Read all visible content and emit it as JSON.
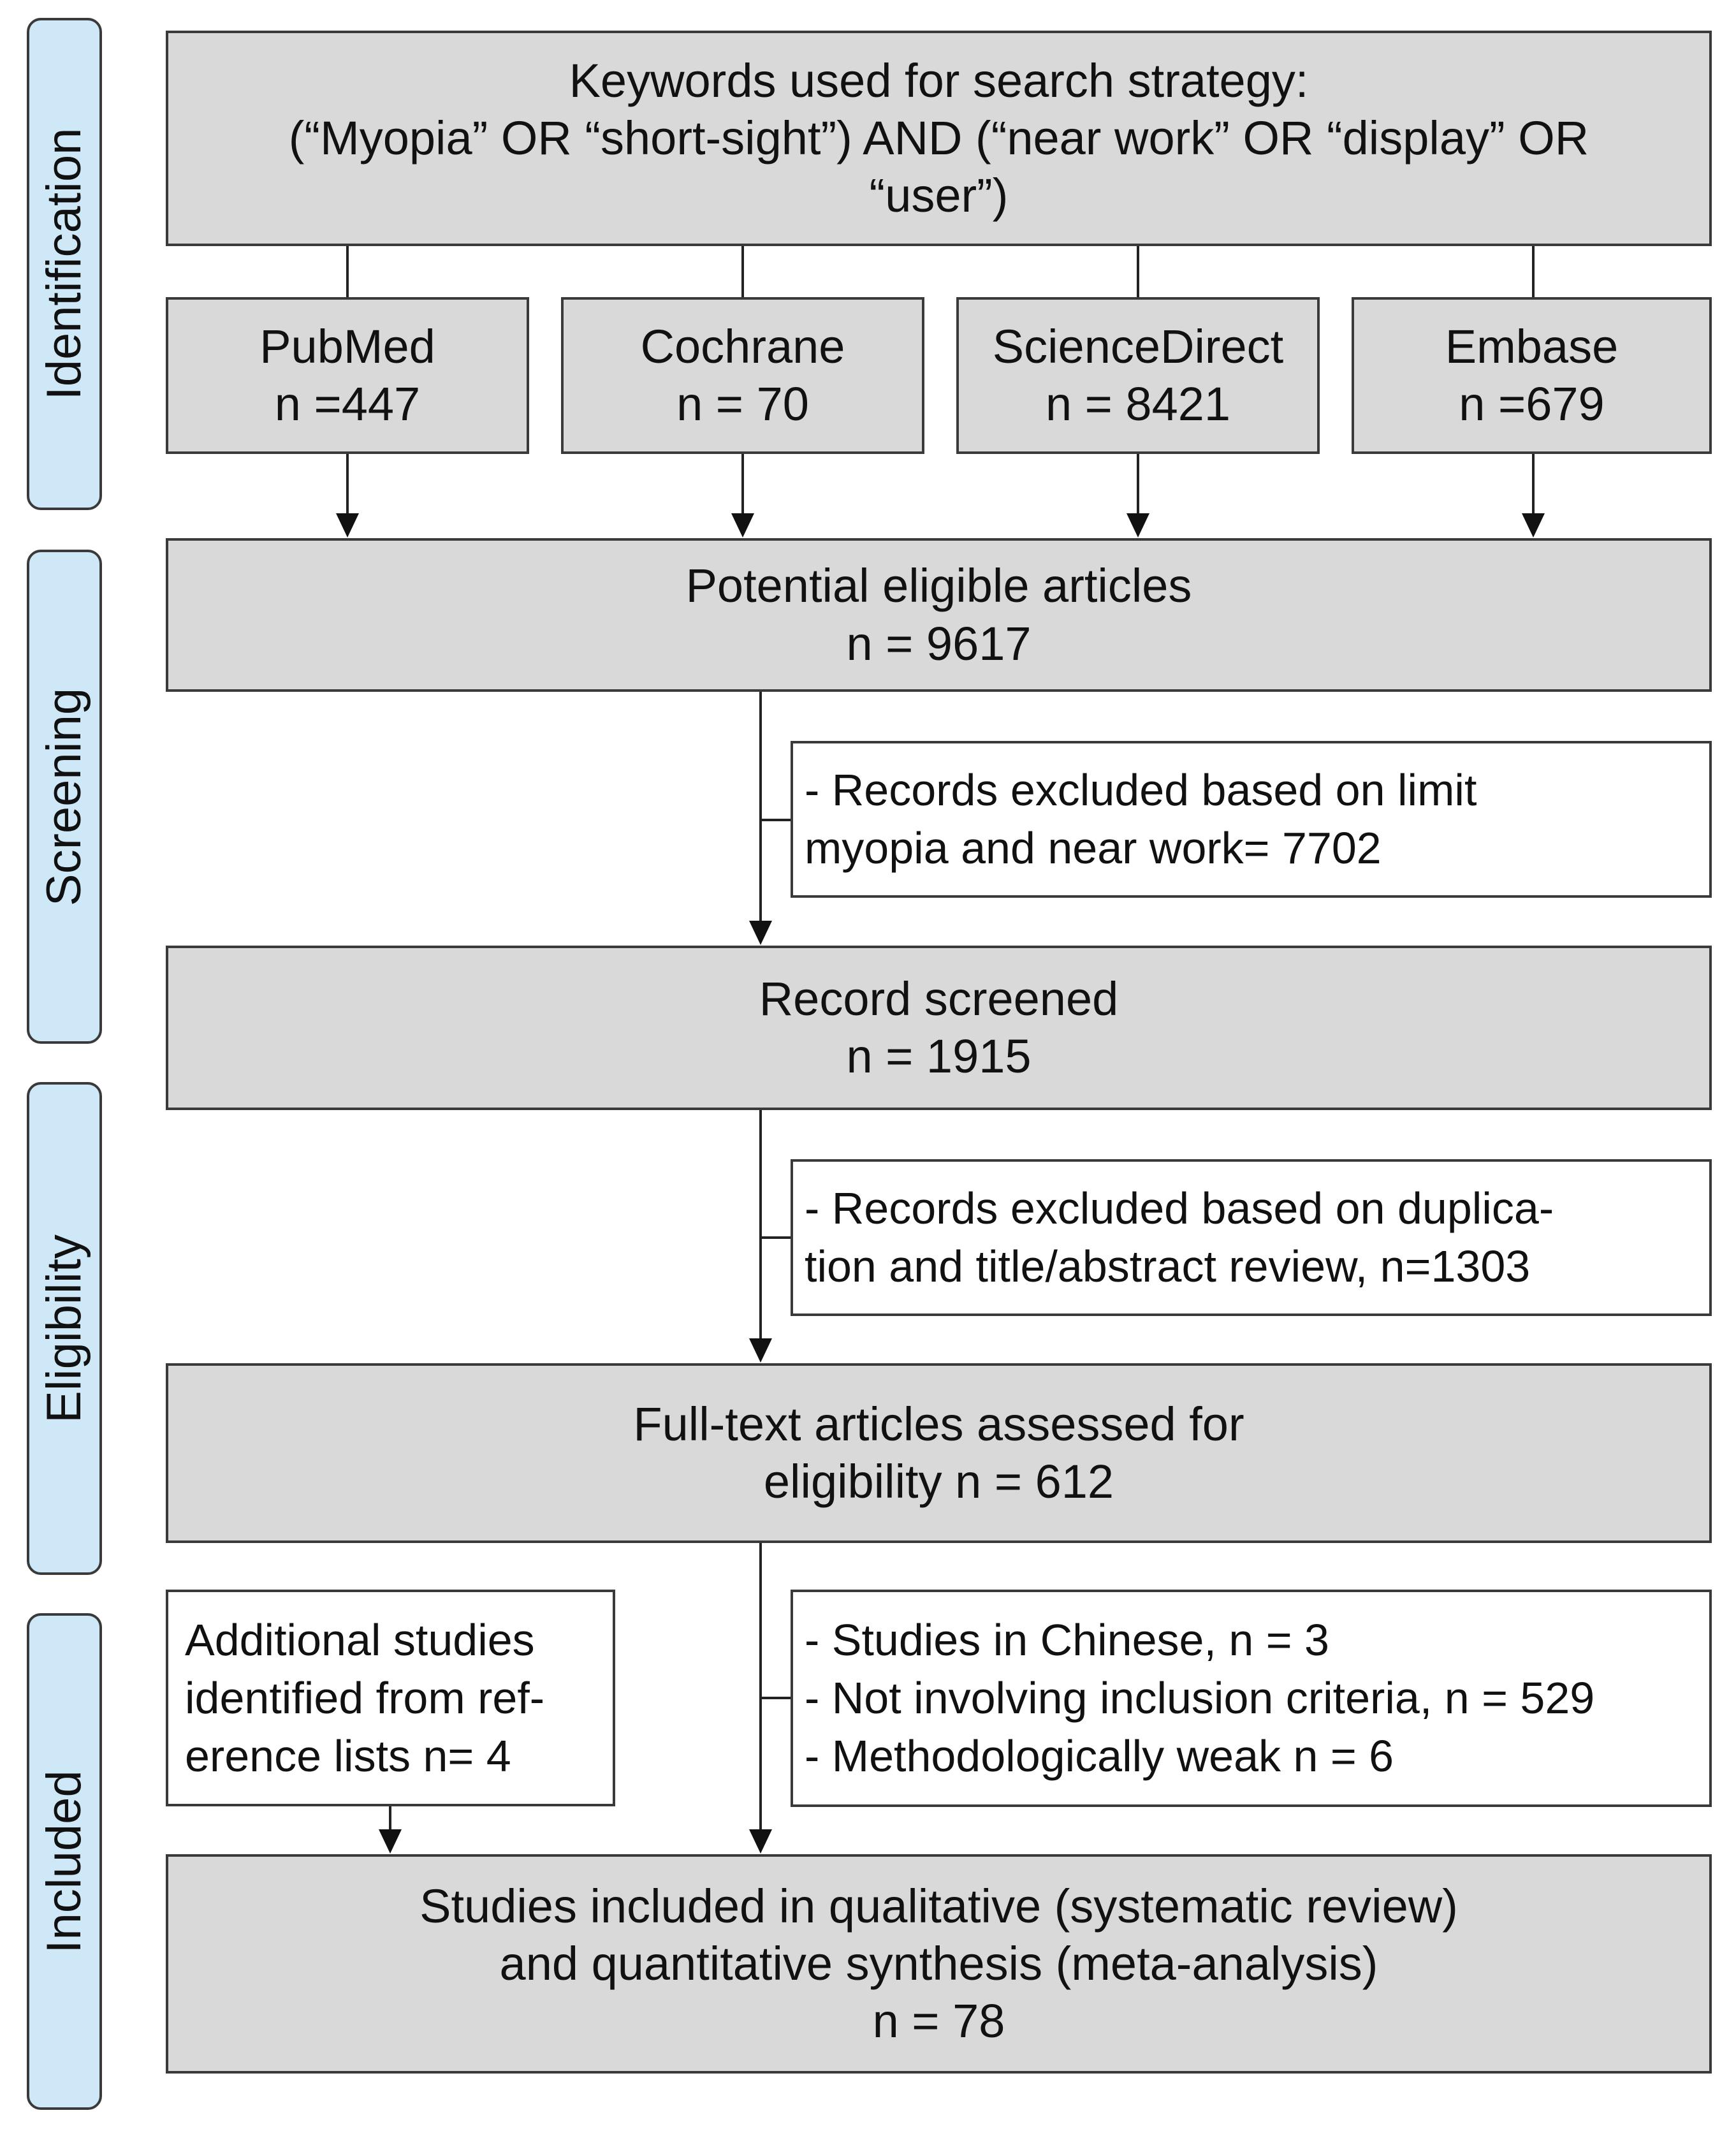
{
  "stages": {
    "identification": "Identification",
    "screening": "Screening",
    "eligibility": "Eligibility",
    "included": "Included"
  },
  "search": {
    "line1": "Keywords used for search strategy:",
    "line2": "(“Myopia” OR “short-sight”) AND (“near work” OR “display” OR",
    "line3": "“user”)"
  },
  "databases": [
    {
      "name": "PubMed",
      "count": "n =447"
    },
    {
      "name": "Cochrane",
      "count": "n = 70"
    },
    {
      "name": "ScienceDirect",
      "count": "n = 8421"
    },
    {
      "name": "Embase",
      "count": "n =679"
    }
  ],
  "potential": {
    "label": "Potential eligible articles",
    "count": "n = 9617"
  },
  "exclusion1": {
    "line1": "- Records excluded based on limit",
    "line2": "myopia and near work= 7702"
  },
  "screened": {
    "label": "Record screened",
    "count": "n = 1915"
  },
  "exclusion2": {
    "line1": "- Records excluded based on duplica-",
    "line2": "tion and title/abstract review, n=1303"
  },
  "fulltext": {
    "line1": "Full-text articles assessed for",
    "line2": "eligibility n = 612"
  },
  "additional": {
    "line1": "Additional studies",
    "line2": "identified from ref-",
    "line3": "erence lists n= 4"
  },
  "exclusion3": {
    "line1": "- Studies in Chinese, n = 3",
    "line2": "- Not involving inclusion criteria, n = 529",
    "line3": "- Methodologically weak n = 6"
  },
  "included": {
    "line1": "Studies included in qualitative (systematic review)",
    "line2": "and quantitative synthesis (meta-analysis)",
    "count": "n = 78"
  }
}
